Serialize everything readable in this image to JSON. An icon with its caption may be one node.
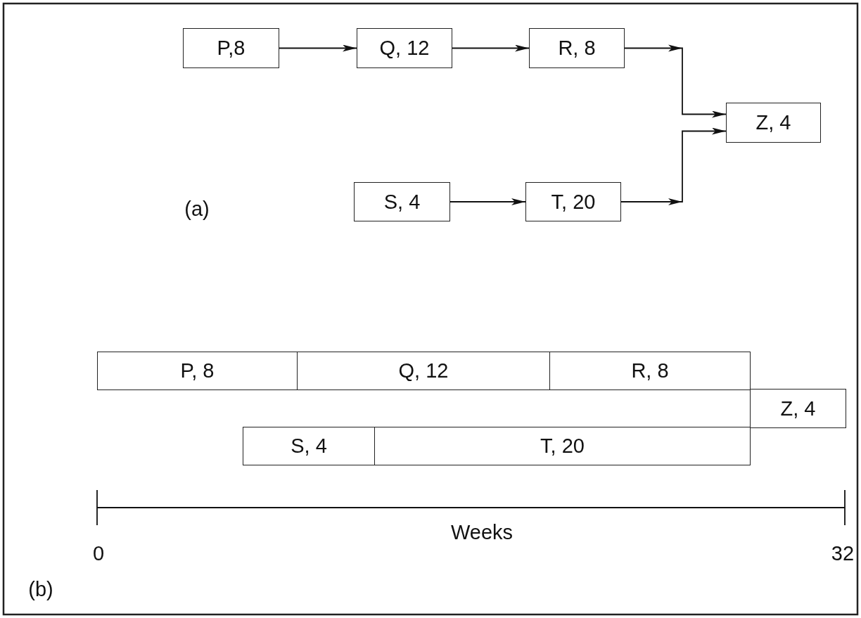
{
  "diagram": {
    "nodes": [
      {
        "text": [
          "P,8"
        ]
      },
      {
        "text": [
          "Q, 12"
        ]
      },
      {
        "text": [
          "R, 8"
        ]
      },
      {
        "text": [
          "Z, 4"
        ]
      },
      {
        "text": [
          "S, 4"
        ]
      },
      {
        "text": [
          "T, 20"
        ]
      },
      {
        "text": [
          "P, 8"
        ]
      },
      {
        "text": [
          "Q, 12"
        ]
      },
      {
        "text": [
          "R, 8"
        ]
      },
      {
        "text": [
          "Z, 4"
        ]
      },
      {
        "text": [
          "S, 4"
        ]
      },
      {
        "text": [
          "T, 20"
        ]
      }
    ],
    "edges": [
      {
        "from": 0,
        "to": 1,
        "arrow": "to"
      },
      {
        "from": 1,
        "to": 2,
        "arrow": "to"
      },
      {
        "from": 2,
        "to": 3,
        "arrow": "to"
      },
      {
        "from": 4,
        "to": 5,
        "arrow": "to"
      },
      {
        "from": 5,
        "to": 3,
        "arrow": "to"
      }
    ],
    "labels": [
      "(a)",
      "Weeks",
      "0",
      "32",
      "(b)"
    ]
  }
}
